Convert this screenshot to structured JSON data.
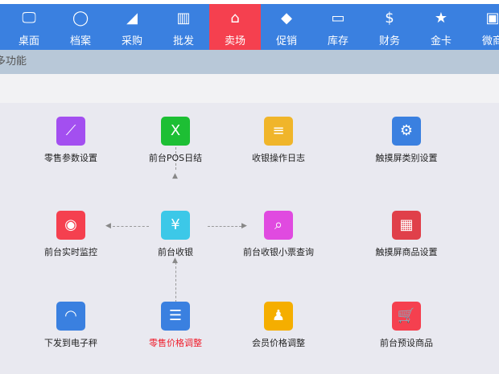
{
  "nav": {
    "tabs": [
      {
        "label": "桌面",
        "icon": "monitor-icon"
      },
      {
        "label": "档案",
        "icon": "user-icon"
      },
      {
        "label": "采购",
        "icon": "chart-area-icon"
      },
      {
        "label": "批发",
        "icon": "bar-chart-icon"
      },
      {
        "label": "卖场",
        "icon": "store-icon",
        "active": true
      },
      {
        "label": "促销",
        "icon": "tag-icon"
      },
      {
        "label": "库存",
        "icon": "inbox-icon"
      },
      {
        "label": "财务",
        "icon": "dollar-icon"
      },
      {
        "label": "金卡",
        "icon": "star-icon"
      },
      {
        "label": "微商",
        "icon": "shop-icon"
      }
    ],
    "active_color": "#f5404f",
    "bar_color": "#3a80e0"
  },
  "subbar": {
    "title": "多功能"
  },
  "items": [
    {
      "label": "零售参数设置",
      "color": "#a34ff0",
      "icon": "line-chart-icon"
    },
    {
      "label": "前台POS日结",
      "color": "#1dbf34",
      "icon": "excel-icon"
    },
    {
      "label": "收银操作日志",
      "color": "#f0b52a",
      "icon": "document-icon"
    },
    {
      "label": "触摸屏类别设置",
      "color": "#3a80e0",
      "icon": "gear-icon"
    },
    {
      "label": "前台实时监控",
      "color": "#f5404f",
      "icon": "monitor-eye-icon"
    },
    {
      "label": "前台收银",
      "color": "#3cc8e8",
      "icon": "cashier-icon"
    },
    {
      "label": "前台收银小票查询",
      "color": "#e04ae0",
      "icon": "search-document-icon"
    },
    {
      "label": "触摸屏商品设置",
      "color": "#e0404a",
      "icon": "grid-icon"
    },
    {
      "label": "下发到电子秤",
      "color": "#3a80e0",
      "icon": "scale-icon"
    },
    {
      "label": "零售价格调整",
      "color": "#3a80e0",
      "icon": "price-adjust-icon",
      "highlighted": true
    },
    {
      "label": "会员价格调整",
      "color": "#f5ae00",
      "icon": "member-icon"
    },
    {
      "label": "前台预设商品",
      "color": "#f5404f",
      "icon": "cart-icon"
    }
  ]
}
